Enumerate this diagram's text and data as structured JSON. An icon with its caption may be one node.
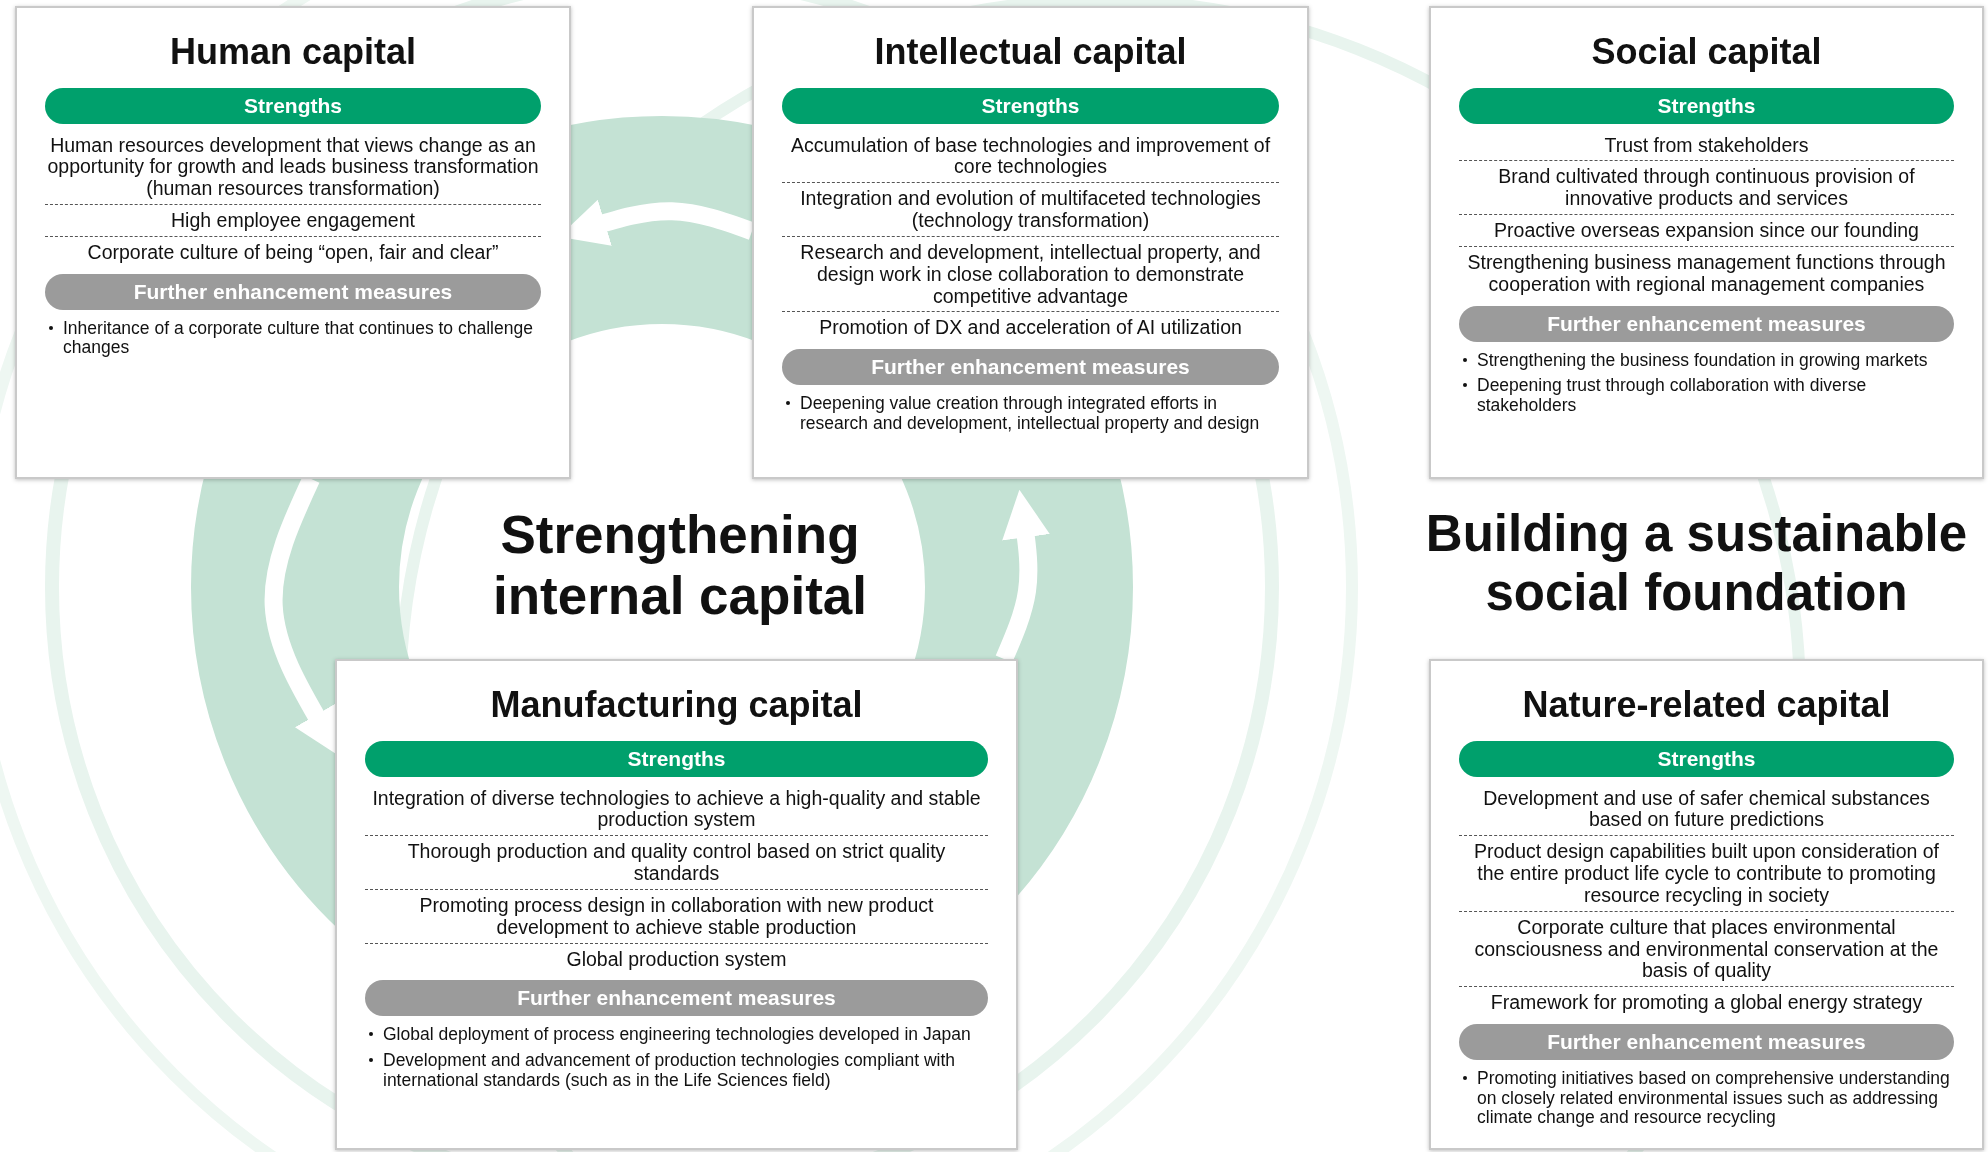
{
  "diagram": {
    "nodes": [
      {
        "text": [
          "Human capital",
          "Strengths",
          "Human resources development that views change as an opportunity for growth and leads business transformation (human resources transformation)",
          "High employee engagement",
          "Corporate culture of being “open, fair and clear”",
          "Further enhancement measures",
          "Inheritance of a corporate culture that continues to challenge changes"
        ]
      },
      {
        "text": [
          "Intellectual capital",
          "Strengths",
          "Accumulation of base technologies and improvement of core technologies",
          "Integration and evolution of multifaceted technologies (technology transformation)",
          "Research and development, intellectual property, and design work in close collaboration to demonstrate competitive advantage",
          "Promotion of DX and acceleration of AI utilization",
          "Further enhancement measures",
          "Deepening value creation through integrated efforts in research and development, intellectual property and design"
        ]
      },
      {
        "text": [
          "Social capital",
          "Strengths",
          "Trust from stakeholders",
          "Brand cultivated through continuous provision of innovative products and services",
          "Proactive overseas expansion since our founding",
          "Strengthening business management functions through cooperation with regional management companies",
          "Further enhancement measures",
          "Strengthening the business foundation in growing markets",
          "Deepening trust through collaboration with diverse stakeholders"
        ]
      },
      {
        "text": [
          "Manufacturing capital",
          "Strengths",
          "Integration of diverse technologies to achieve a high-quality and stable production system",
          "Thorough production and quality control based on strict quality standards",
          "Promoting process design in collaboration with new product development to achieve stable production",
          "Global production system",
          "Further enhancement measures",
          "Global deployment of process engineering technologies developed in Japan",
          "Development and advancement of production technologies compliant with international standards (such as in the Life Sciences field)"
        ]
      },
      {
        "text": [
          "Nature-related capital",
          "Strengths",
          "Development and use of safer chemical substances based on future predictions",
          "Product design capabilities built upon consideration of the entire product life cycle to contribute to promoting resource recycling in society",
          "Corporate culture that places environmental consciousness and environmental conservation at the basis of quality",
          "Framework for promoting a global energy strategy",
          "Further enhancement measures",
          "Promoting initiatives based on comprehensive understanding on closely related environmental issues such as addressing climate change and resource recycling"
        ]
      }
    ],
    "edges": [
      {
        "from": 1,
        "to": 0,
        "arrow": "to"
      },
      {
        "from": 0,
        "to": 3,
        "arrow": "to"
      },
      {
        "from": 3,
        "to": 1,
        "arrow": "to"
      }
    ],
    "labels": [
      "Strengthening internal capital",
      "Building a sustainable social foundation"
    ]
  }
}
